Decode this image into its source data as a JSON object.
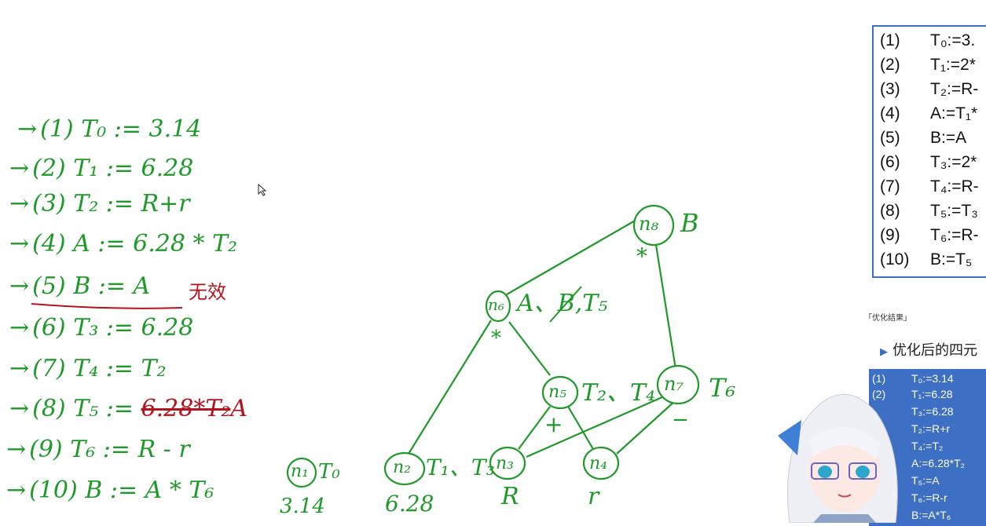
{
  "handwritten_lines": [
    {
      "label": "(1)",
      "expr": "T₀ := 3.14"
    },
    {
      "label": "(2)",
      "expr": "T₁ := 6.28"
    },
    {
      "label": "(3)",
      "expr": "T₂ := R+r"
    },
    {
      "label": "(4)",
      "expr": "A := 6.28 * T₂"
    },
    {
      "label": "(5)",
      "expr": "B := A"
    },
    {
      "label": "(6)",
      "expr": "T₃ := 6.28"
    },
    {
      "label": "(7)",
      "expr": "T₄ := T₂"
    },
    {
      "label": "(8)",
      "expr": "T₅ := "
    },
    {
      "label": "(9)",
      "expr": "T₆ := R - r"
    },
    {
      "label": "(10)",
      "expr": "B := A * T₆"
    }
  ],
  "annotations": {
    "invalid_note": "无效",
    "line8_struck": "6.28*T₂",
    "line8_replacement": "A"
  },
  "graph": {
    "nodes": [
      {
        "id": "n1",
        "name": "n₁",
        "label": "T₀",
        "leaf": "3.14"
      },
      {
        "id": "n2",
        "name": "n₂",
        "label": "T₁、T₃",
        "leaf": "6.28"
      },
      {
        "id": "n3",
        "name": "n₃",
        "label": "",
        "leaf": "R"
      },
      {
        "id": "n4",
        "name": "n₄",
        "label": "",
        "leaf": "r"
      },
      {
        "id": "n5",
        "name": "n₅",
        "label": "T₂、T₄",
        "op": "+"
      },
      {
        "id": "n6",
        "name": "n₆",
        "label": "A、",
        "struck": "B",
        "label_tail": "T₅",
        "op": "*"
      },
      {
        "id": "n7",
        "name": "n₇",
        "label": "T₆",
        "op": "−"
      },
      {
        "id": "n8",
        "name": "n₈",
        "label": "B",
        "op": "*"
      }
    ]
  },
  "right_panel": {
    "rows": [
      {
        "num": "(1)",
        "text": "T₀:=3."
      },
      {
        "num": "(2)",
        "text": "T₁:=2*"
      },
      {
        "num": "(3)",
        "text": "T₂:=R-"
      },
      {
        "num": "(4)",
        "text": "A:=T₁*"
      },
      {
        "num": "(5)",
        "text": "B:=A"
      },
      {
        "num": "(6)",
        "text": "T₃:=2*"
      },
      {
        "num": "(7)",
        "text": "T₄:=R-"
      },
      {
        "num": "(8)",
        "text": "T₅:=T₃"
      },
      {
        "num": "(9)",
        "text": "T₆:=R-"
      },
      {
        "num": "(10)",
        "text": "B:=T₅"
      }
    ],
    "tag": "「优化结果」",
    "subtitle": "优化后的四元",
    "optimized_rows": [
      {
        "num": "(1)",
        "text": "T₀:=3.14"
      },
      {
        "num": "(2)",
        "text": "T₁:=6.28"
      },
      {
        "num": "",
        "text": "T₃:=6.28"
      },
      {
        "num": "",
        "text": "T₂:=R+r"
      },
      {
        "num": "",
        "text": "T₄:=T₂"
      },
      {
        "num": "",
        "text": "A:=6.28*T₂"
      },
      {
        "num": "",
        "text": "T₅:=A"
      },
      {
        "num": "",
        "text": "T₆:=R-r"
      },
      {
        "num": "",
        "text": "B:=A*T₆"
      }
    ]
  },
  "colors": {
    "ink": "#1f9a2a",
    "red_ink": "#b3151c",
    "panel_blue": "#3d6fc4"
  }
}
